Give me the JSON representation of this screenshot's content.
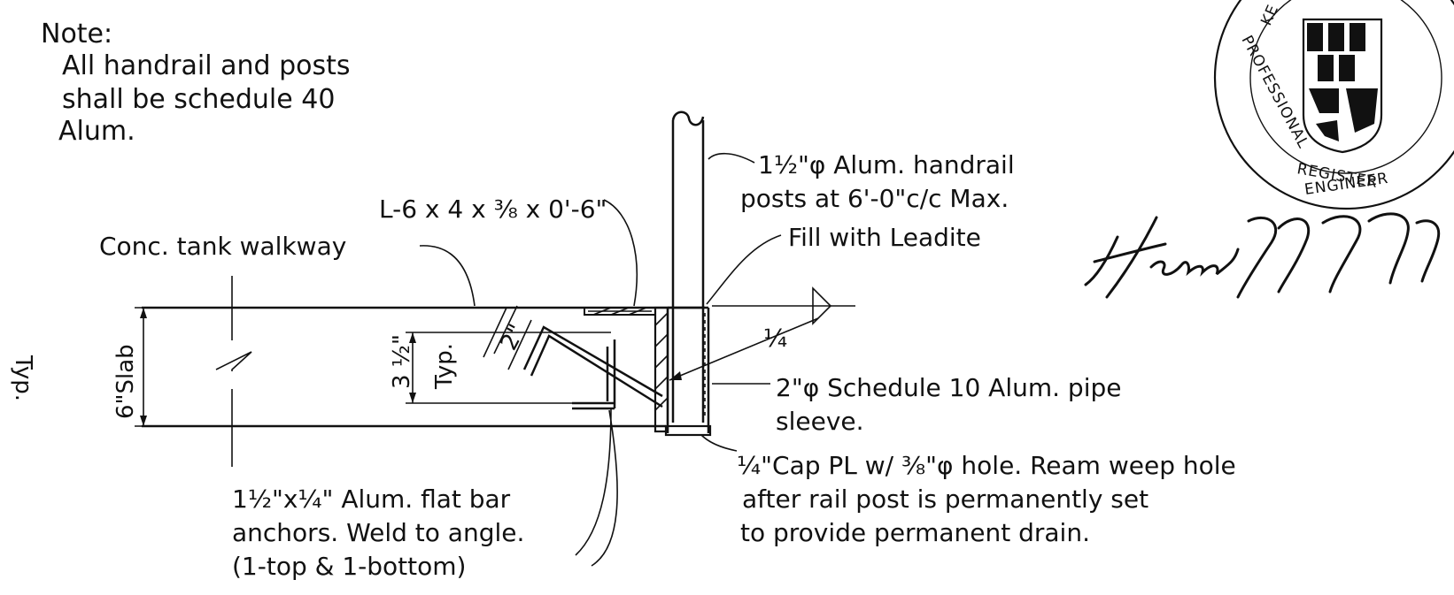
{
  "note": {
    "heading": "Note:",
    "lines": [
      "All handrail and posts",
      "shall be schedule 40",
      "Alum."
    ]
  },
  "callouts": {
    "handrail_posts": [
      "1½\"φ Alum. handrail",
      "posts at 6'-0\"c/c Max."
    ],
    "angle": "L-6 x 4 x ⅜ x 0'-6\"",
    "walkway": "Conc. tank walkway",
    "fill": "Fill with Leadite",
    "weld_size": "¼",
    "pipe_sleeve": [
      "2\"φ Schedule 10 Alum. pipe",
      "sleeve."
    ],
    "cap_plate": [
      "¼\"Cap PL w/ ⅜\"φ hole. Ream weep hole",
      "after rail post is permanently set",
      "to provide permanent drain."
    ],
    "flat_bar": [
      "1½\"x¼\" Alum. flat bar",
      "anchors. Weld to angle.",
      "(1-top & 1-bottom)"
    ]
  },
  "dimensions": {
    "slab": "6\"Slab",
    "anchor_spacing": [
      "3 ½\"",
      "Typ."
    ],
    "anchor_leg": "2\"",
    "edge_fragment": "Typ."
  },
  "seal": {
    "arc_top": "KE",
    "arc_left": "PROFESSIONAL",
    "arc_bottom": [
      "REGISTER",
      "ENGINEER"
    ]
  }
}
